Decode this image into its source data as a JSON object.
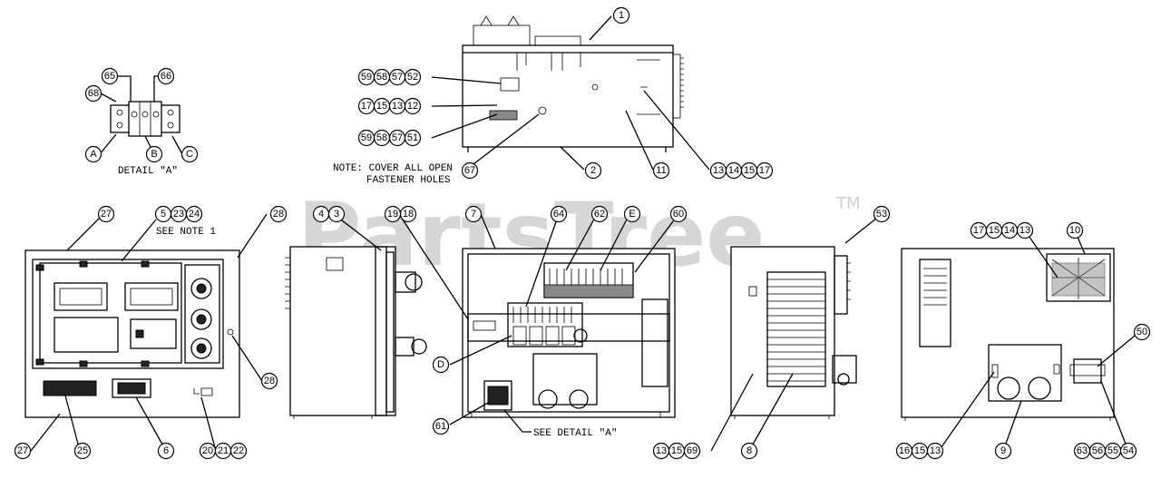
{
  "watermark": {
    "text": "PartsTree",
    "tm": "TM"
  },
  "notes": {
    "cover_line1": "NOTE: COVER ALL OPEN",
    "cover_line2": "FASTENER HOLES",
    "see_note": "SEE NOTE 1",
    "detail_label": "DETAIL \"A\"",
    "see_detail": "SEE DETAIL \"A\""
  },
  "callouts": [
    {
      "id": "c1",
      "labels": [
        "1"
      ]
    },
    {
      "id": "c2",
      "labels": [
        "2"
      ]
    },
    {
      "id": "c11",
      "labels": [
        "11"
      ]
    },
    {
      "id": "c67",
      "labels": [
        "67"
      ]
    },
    {
      "id": "c59a",
      "labels": [
        "59",
        "58",
        "57",
        "52"
      ]
    },
    {
      "id": "c17a",
      "labels": [
        "17",
        "15",
        "13",
        "12"
      ]
    },
    {
      "id": "c59b",
      "labels": [
        "59",
        "58",
        "57",
        "51"
      ]
    },
    {
      "id": "c13a",
      "labels": [
        "13",
        "14",
        "15",
        "17"
      ]
    },
    {
      "id": "c65",
      "labels": [
        "65"
      ]
    },
    {
      "id": "c66",
      "labels": [
        "66"
      ]
    },
    {
      "id": "c68",
      "labels": [
        "68"
      ]
    },
    {
      "id": "cA",
      "labels": [
        "A"
      ]
    },
    {
      "id": "cB",
      "labels": [
        "B"
      ]
    },
    {
      "id": "cC",
      "labels": [
        "C"
      ]
    },
    {
      "id": "c27a",
      "labels": [
        "27"
      ]
    },
    {
      "id": "c5",
      "labels": [
        "5",
        "23",
        "24"
      ]
    },
    {
      "id": "c28a",
      "labels": [
        "28"
      ]
    },
    {
      "id": "c28b",
      "labels": [
        "28"
      ]
    },
    {
      "id": "c27b",
      "labels": [
        "27"
      ]
    },
    {
      "id": "c25",
      "labels": [
        "25"
      ]
    },
    {
      "id": "c6",
      "labels": [
        "6"
      ]
    },
    {
      "id": "c20",
      "labels": [
        "20",
        "21",
        "22"
      ]
    },
    {
      "id": "c4",
      "labels": [
        "4",
        "3"
      ]
    },
    {
      "id": "c19",
      "labels": [
        "19",
        "18"
      ]
    },
    {
      "id": "c7",
      "labels": [
        "7"
      ]
    },
    {
      "id": "c64",
      "labels": [
        "64"
      ]
    },
    {
      "id": "c62",
      "labels": [
        "62"
      ]
    },
    {
      "id": "cE",
      "labels": [
        "E"
      ]
    },
    {
      "id": "c60",
      "labels": [
        "60"
      ]
    },
    {
      "id": "cD",
      "labels": [
        "D"
      ]
    },
    {
      "id": "c61",
      "labels": [
        "61"
      ]
    },
    {
      "id": "c53",
      "labels": [
        "53"
      ]
    },
    {
      "id": "c13b",
      "labels": [
        "13",
        "15",
        "69"
      ]
    },
    {
      "id": "c8",
      "labels": [
        "8"
      ]
    },
    {
      "id": "c17b",
      "labels": [
        "17",
        "15",
        "14",
        "13"
      ]
    },
    {
      "id": "c10",
      "labels": [
        "10"
      ]
    },
    {
      "id": "c50",
      "labels": [
        "50"
      ]
    },
    {
      "id": "c16",
      "labels": [
        "16",
        "15",
        "13"
      ]
    },
    {
      "id": "c9",
      "labels": [
        "9"
      ]
    },
    {
      "id": "c63",
      "labels": [
        "63",
        "56",
        "55",
        "54"
      ]
    }
  ]
}
